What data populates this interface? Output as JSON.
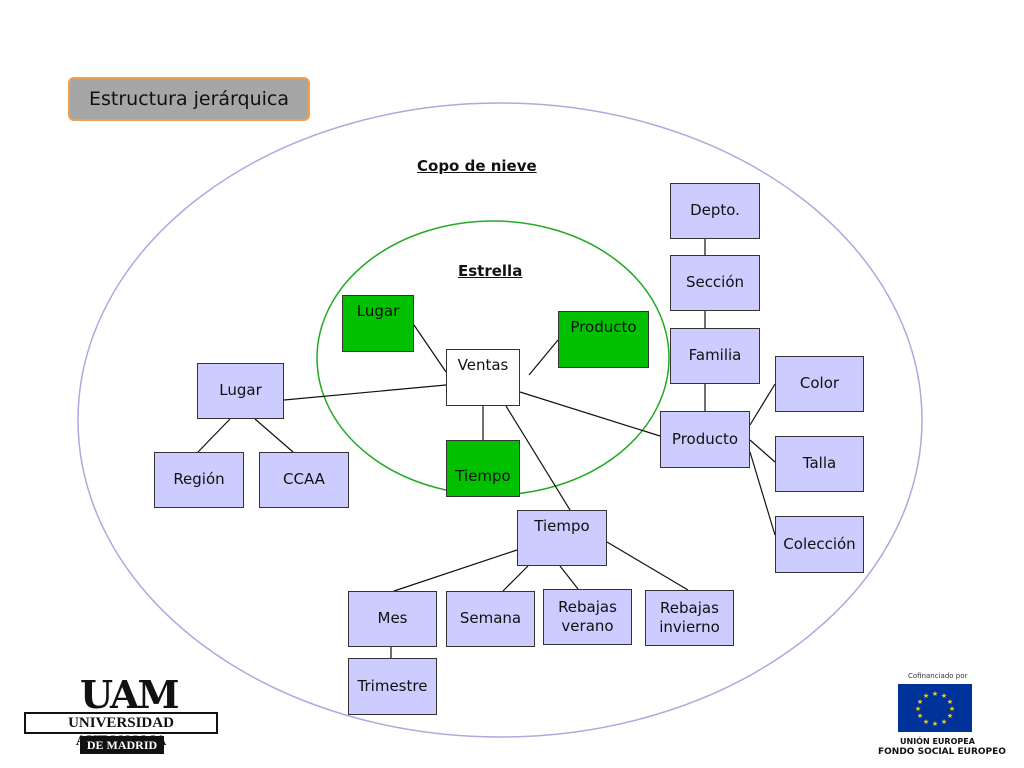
{
  "title": "Estructura jerárquica",
  "headings": {
    "snowflake": "Copo de nieve",
    "star": "Estrella"
  },
  "nodes": {
    "depto": "Depto.",
    "seccion": "Sección",
    "familia": "Familia",
    "color": "Color",
    "talla": "Talla",
    "coleccion": "Colección",
    "producto_snow": "Producto",
    "lugar_snow": "Lugar",
    "region": "Región",
    "ccaa": "CCAA",
    "lugar_star": "Lugar",
    "producto_star": "Producto",
    "ventas": "Ventas",
    "tiempo_star": "Tiempo",
    "tiempo_snow": "Tiempo",
    "mes": "Mes",
    "semana": "Semana",
    "rebajas_verano": "Rebajas\nverano",
    "rebajas_invierno": "Rebajas\ninvierno",
    "trimestre": "Trimestre"
  },
  "colors": {
    "dimension": "#ccccff",
    "star_dimension": "#00c000",
    "fact": "#ffffff",
    "outer_ellipse": "#aaaadd",
    "inner_circle": "#22aa22"
  },
  "logos": {
    "uam": {
      "mark": "UAM",
      "name": "UNIVERSIDAD AUTONOMA",
      "city": "DE MADRID"
    },
    "eu": {
      "cofinanced": "Cofinanciado por",
      "line1": "UNIÓN EUROPEA",
      "line2": "FONDO SOCIAL EUROPEO"
    }
  }
}
